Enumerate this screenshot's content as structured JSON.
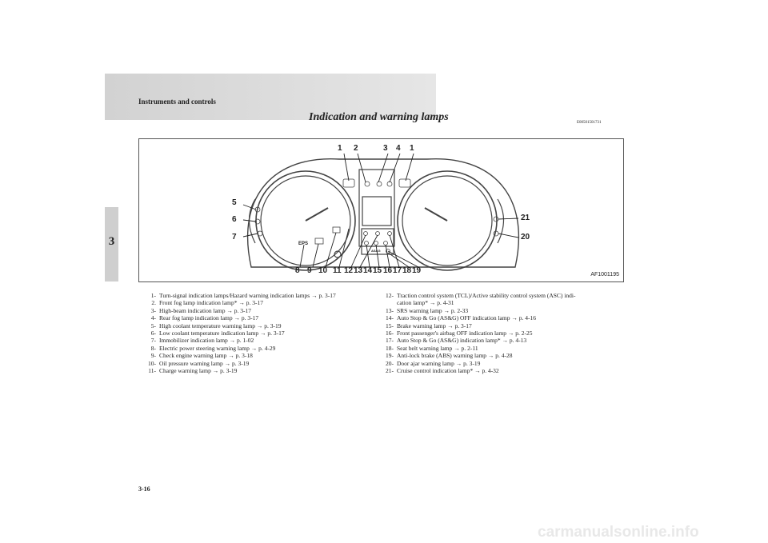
{
  "header": {
    "section_title": "Instruments and controls"
  },
  "chapter_tab": {
    "number": "3"
  },
  "page": {
    "heading": "Indication and warning lamps",
    "code": "E00501501731",
    "number": "3-16"
  },
  "figure": {
    "code": "AF1001195",
    "callouts": [
      "1",
      "2",
      "3",
      "4",
      "1",
      "5",
      "6",
      "7",
      "21",
      "20",
      "8",
      "9",
      "10",
      "11",
      "12",
      "13",
      "14",
      "15",
      "16",
      "17",
      "18",
      "19"
    ],
    "lamp_labels": {
      "eps": "EPS",
      "asg": "AS&G"
    }
  },
  "items_left": [
    {
      "num": "1-",
      "text": "Turn-signal indication lamps/Hazard warning indication lamps → p. 3-17"
    },
    {
      "num": "2.",
      "text": "Front fog lamp indication lamp* → p. 3-17"
    },
    {
      "num": "3-",
      "text": "High-beam indication lamp → p. 3-17"
    },
    {
      "num": "4-",
      "text": "Rear fog lamp indication lamp → p. 3-17"
    },
    {
      "num": "5-",
      "text": "High coolant temperature warning lamp → p. 3-19"
    },
    {
      "num": "6-",
      "text": "Low coolant temperature indication lamp → p. 3-17"
    },
    {
      "num": "7-",
      "text": "Immobilizer indication lamp → p. 1-02"
    },
    {
      "num": "8-",
      "text": "Electric power steering warning lamp → p. 4-29"
    },
    {
      "num": "9-",
      "text": "Check engine warning lamp → p. 3-18"
    },
    {
      "num": "10-",
      "text": "Oil pressure warning lamp → p. 3-19"
    },
    {
      "num": "11-",
      "text": "Charge warning lamp → p. 3-19"
    }
  ],
  "items_right": [
    {
      "num": "12-",
      "text": "Traction control system (TCL)/Active stability control system (ASC) indi-",
      "cont": "cation lamp* → p. 4-31"
    },
    {
      "num": "13-",
      "text": "SRS warning lamp → p. 2-33"
    },
    {
      "num": "14-",
      "text": "Auto Stop & Go (AS&G) OFF indication lamp → p. 4-16"
    },
    {
      "num": "15-",
      "text": "Brake warning lamp → p. 3-17"
    },
    {
      "num": "16-",
      "text": "Front passenger's airbag OFF indication lamp → p. 2-25"
    },
    {
      "num": "17-",
      "text": "Auto Stop & Go (AS&G) indication lamp* → p. 4-13"
    },
    {
      "num": "18-",
      "text": "Seat belt warning lamp → p. 2-11"
    },
    {
      "num": "19-",
      "text": "Anti-lock brake (ABS) warning lamp → p. 4-28"
    },
    {
      "num": "20-",
      "text": "Door ajar warning lamp → p. 3-19"
    },
    {
      "num": "21-",
      "text": "Cruise control indication lamp* → p. 4-32"
    }
  ],
  "watermark": "carmanualsonline.info"
}
